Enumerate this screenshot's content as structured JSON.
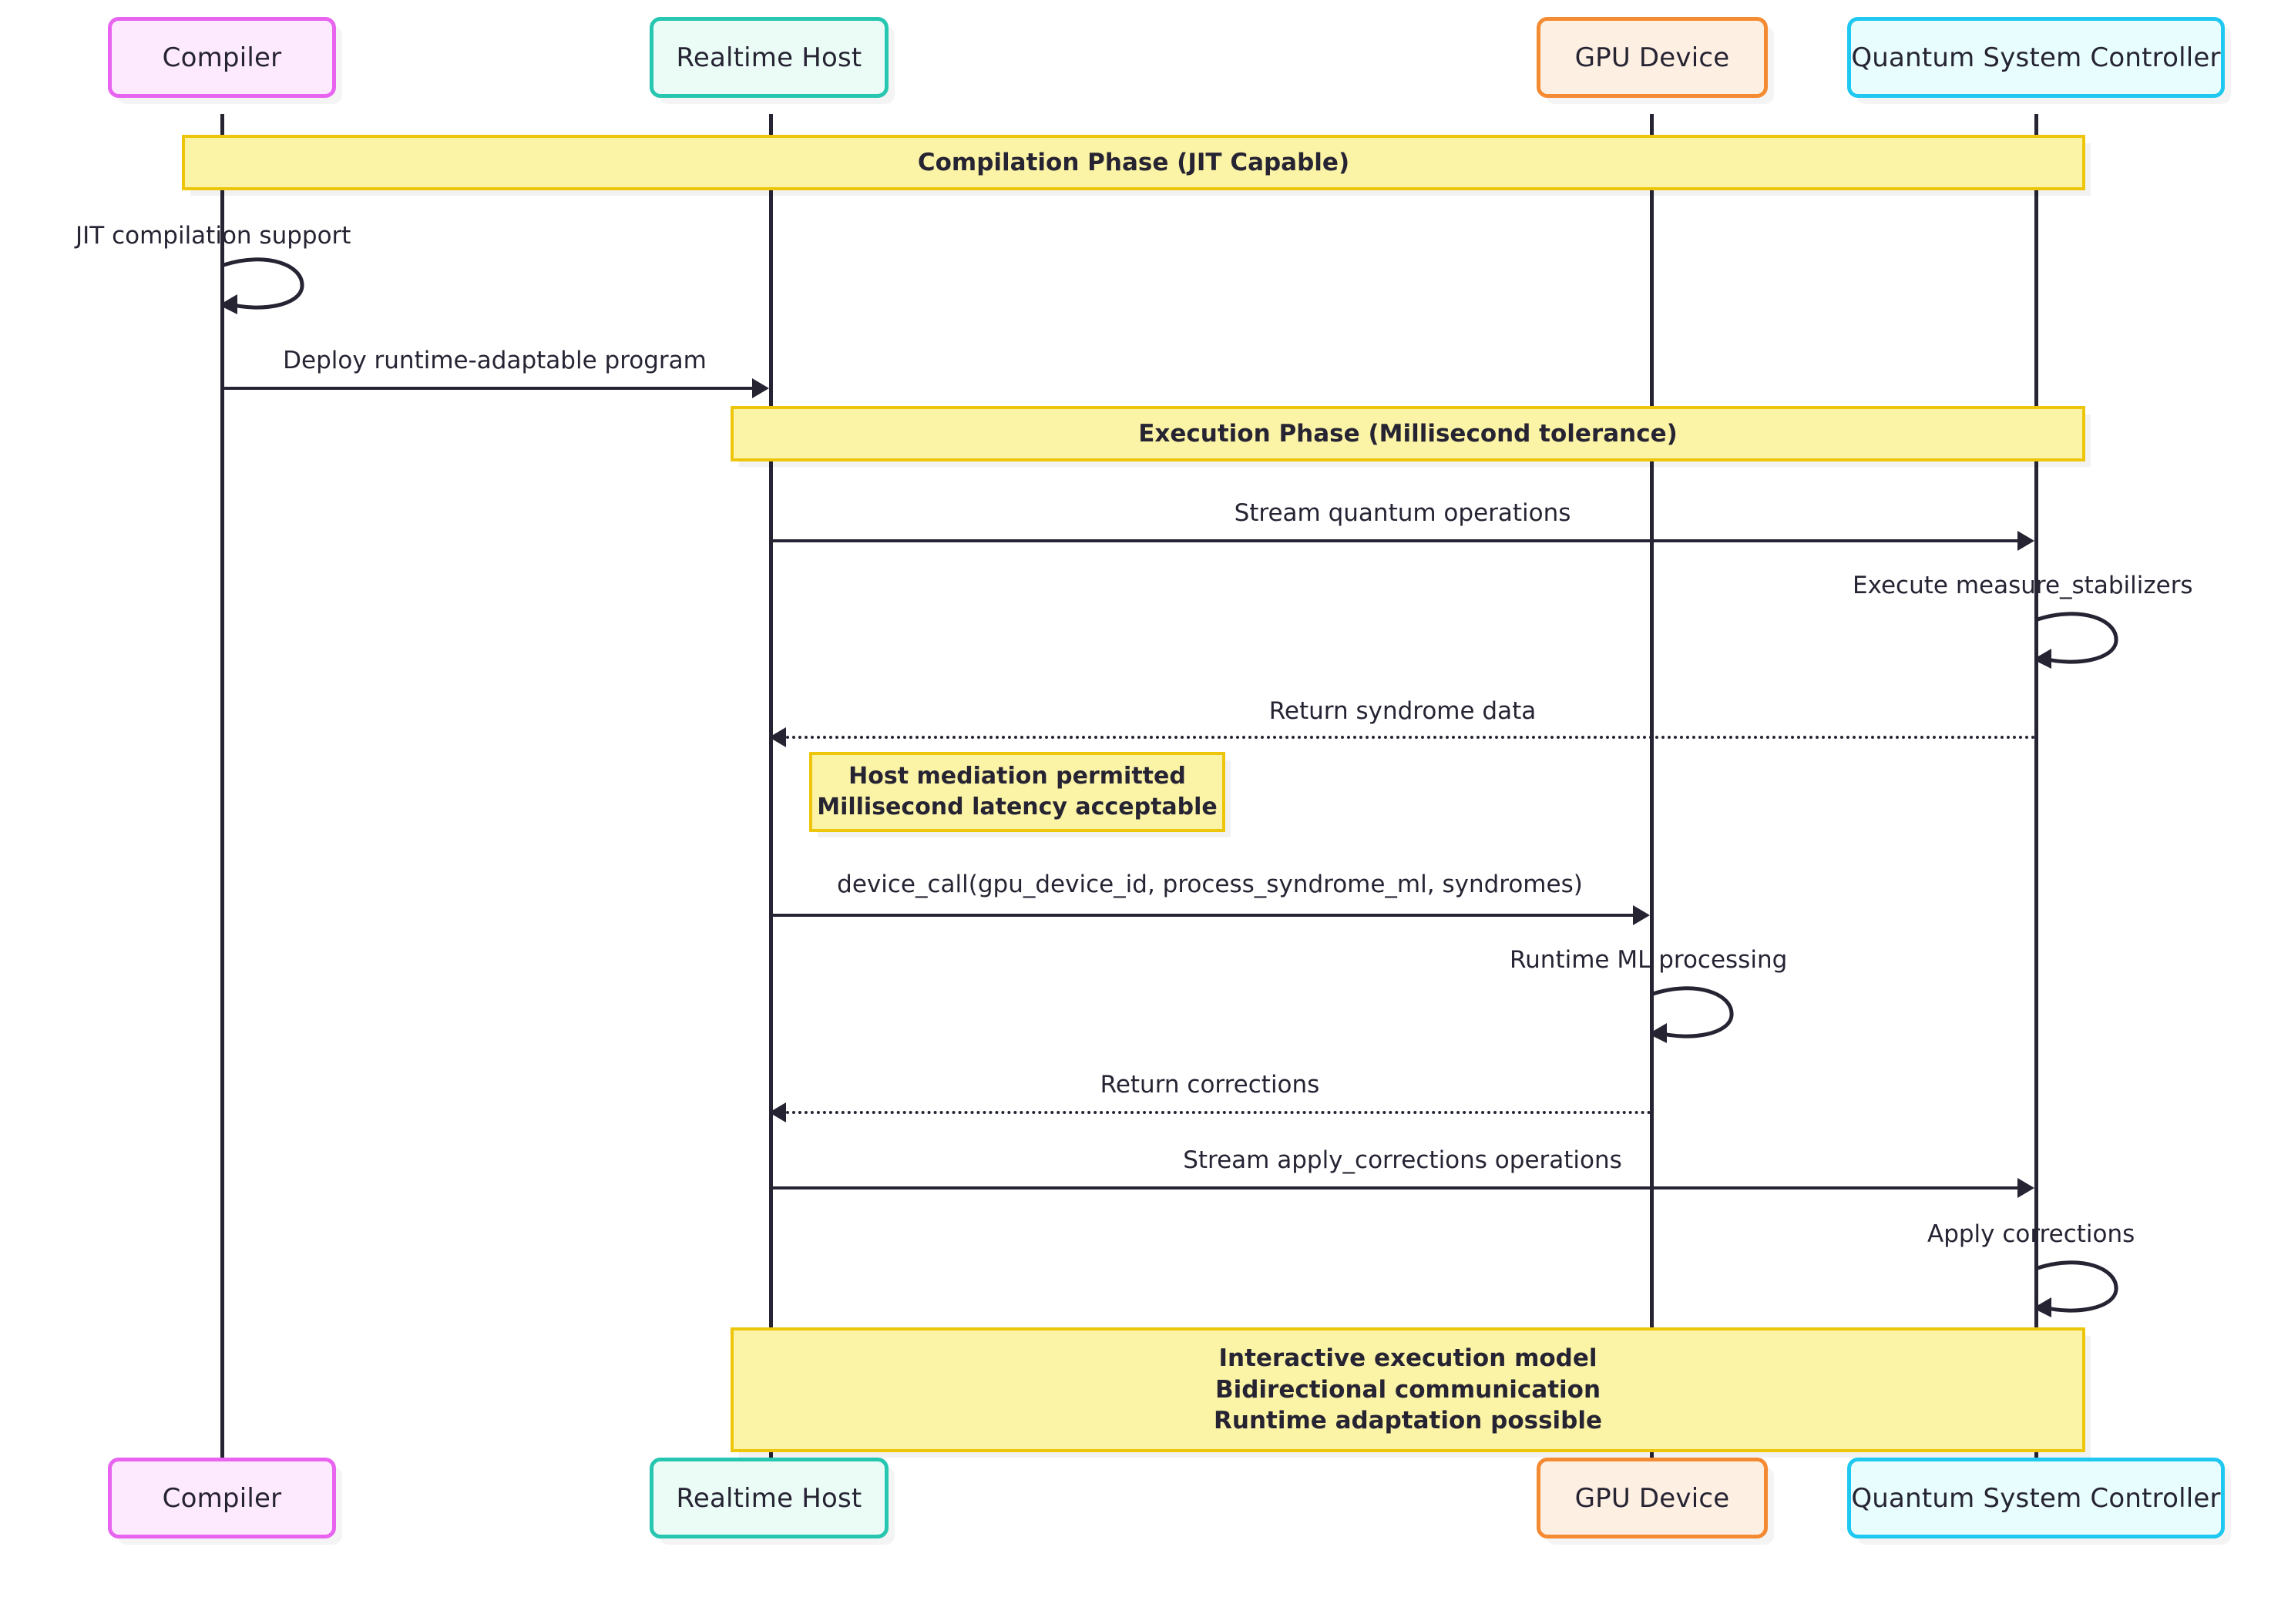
{
  "diagram": {
    "type": "sequence-diagram",
    "title": "Compilation and Execution Phase Sequence",
    "colors": {
      "compiler_border": "#E763F0",
      "compiler_fill": "#FDEAFE",
      "realtime_host_border": "#26C6B0",
      "realtime_host_fill": "#EBFCF7",
      "gpu_device_border": "#F48A32",
      "gpu_device_fill": "#FDEFE2",
      "quantum_controller_border": "#1EC8F0",
      "quantum_controller_fill": "#E8FDFD",
      "banner_fill": "#FBF3A5",
      "banner_border": "#EDC60B",
      "note_fill": "#FBF3A5",
      "note_border": "#EDC60B",
      "line": "#262433"
    }
  },
  "participants": [
    {
      "id": "compiler",
      "label": "Compiler"
    },
    {
      "id": "realtime_host",
      "label": "Realtime Host"
    },
    {
      "id": "gpu_device",
      "label": "GPU Device"
    },
    {
      "id": "quantum_controller",
      "label": "Quantum System Controller"
    }
  ],
  "participants_bottom": [
    {
      "id": "compiler",
      "label": "Compiler"
    },
    {
      "id": "realtime_host",
      "label": "Realtime Host"
    },
    {
      "id": "gpu_device",
      "label": "GPU Device"
    },
    {
      "id": "quantum_controller",
      "label": "Quantum System Controller"
    }
  ],
  "banners": [
    {
      "id": "compilation_phase",
      "text": "Compilation Phase (JIT Capable)"
    },
    {
      "id": "execution_phase",
      "text": "Execution Phase (Millisecond tolerance)"
    }
  ],
  "summary_banner": {
    "id": "summary",
    "line1": "Interactive execution model",
    "line2": "Bidirectional communication",
    "line3": "Runtime adaptation possible"
  },
  "note": {
    "id": "host_mediation_note",
    "line1": "Host mediation permitted",
    "line2": "Millisecond latency acceptable"
  },
  "messages": [
    {
      "id": "m1",
      "label": "JIT compilation support",
      "from": "compiler",
      "to": "compiler",
      "kind": "self",
      "style": "solid"
    },
    {
      "id": "m2",
      "label": "Deploy runtime-adaptable program",
      "from": "compiler",
      "to": "realtime_host",
      "kind": "call",
      "style": "solid"
    },
    {
      "id": "m3",
      "label": "Stream quantum operations",
      "from": "realtime_host",
      "to": "quantum_controller",
      "kind": "call",
      "style": "solid"
    },
    {
      "id": "m4",
      "label": "Execute measure_stabilizers",
      "from": "quantum_controller",
      "to": "quantum_controller",
      "kind": "self",
      "style": "solid"
    },
    {
      "id": "m5",
      "label": "Return syndrome data",
      "from": "quantum_controller",
      "to": "realtime_host",
      "kind": "return",
      "style": "dotted"
    },
    {
      "id": "m6",
      "label": "device_call(gpu_device_id, process_syndrome_ml, syndromes)",
      "from": "realtime_host",
      "to": "gpu_device",
      "kind": "call",
      "style": "solid"
    },
    {
      "id": "m7",
      "label": "Runtime ML processing",
      "from": "gpu_device",
      "to": "gpu_device",
      "kind": "self",
      "style": "solid"
    },
    {
      "id": "m8",
      "label": "Return corrections",
      "from": "gpu_device",
      "to": "realtime_host",
      "kind": "return",
      "style": "dotted"
    },
    {
      "id": "m9",
      "label": "Stream apply_corrections operations",
      "from": "realtime_host",
      "to": "quantum_controller",
      "kind": "call",
      "style": "solid"
    },
    {
      "id": "m10",
      "label": "Apply corrections",
      "from": "quantum_controller",
      "to": "quantum_controller",
      "kind": "self",
      "style": "solid"
    }
  ]
}
